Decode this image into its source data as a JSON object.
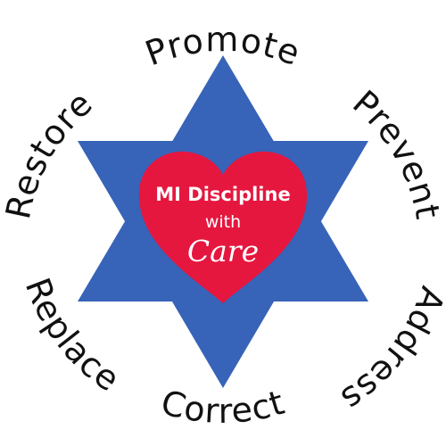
{
  "colors": {
    "star": "#3763b8",
    "heart": "#e5173f",
    "heart_text": "#ffffff",
    "ring_text": "#111111"
  },
  "ring_words": [
    {
      "id": "promote",
      "label": "Promote"
    },
    {
      "id": "prevent",
      "label": "Prevent"
    },
    {
      "id": "address",
      "label": "Address"
    },
    {
      "id": "correct",
      "label": "Correct"
    },
    {
      "id": "replace",
      "label": "Replace"
    },
    {
      "id": "restore",
      "label": "Restore"
    }
  ],
  "heart": {
    "title": "MI Discipline",
    "subtitle": "with",
    "script": "Care"
  }
}
